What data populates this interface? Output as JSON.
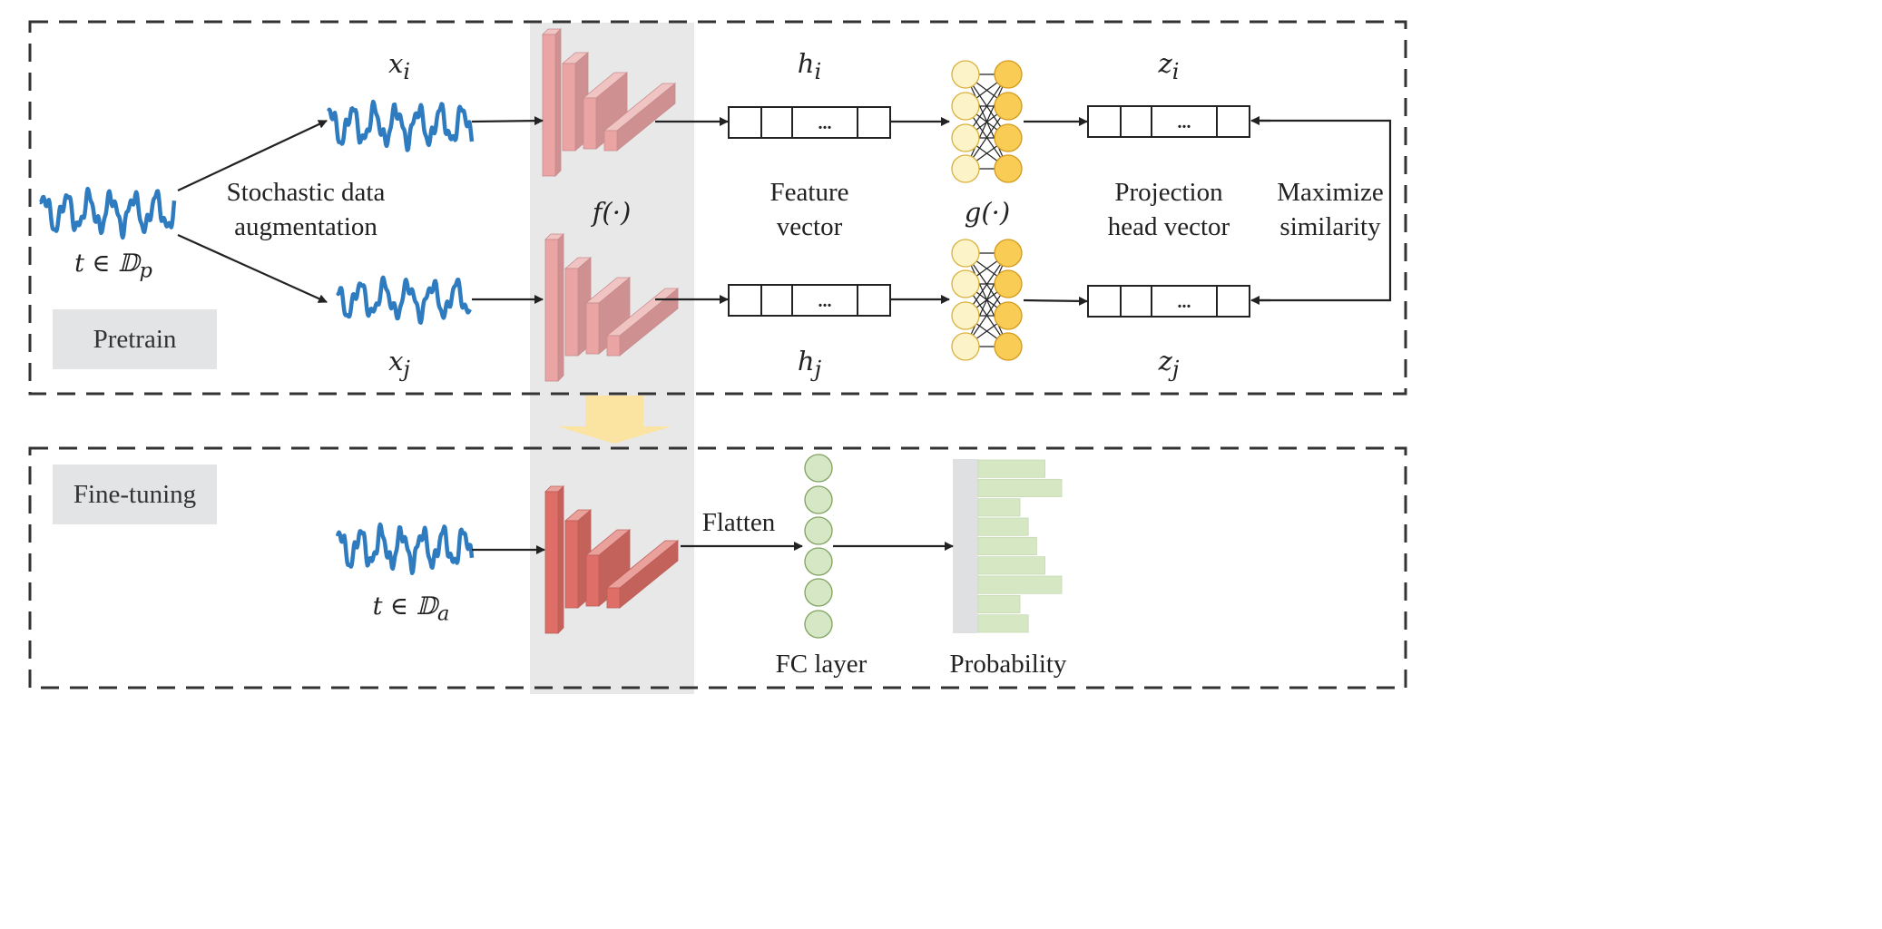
{
  "pretrain": {
    "tag": "Pretrain",
    "input_label": "t ∈ 𝔻",
    "input_sub": "p",
    "augmentation_label_1": "Stochastic data",
    "augmentation_label_2": "augmentation",
    "view_i": "x",
    "view_i_sub": "i",
    "view_j": "x",
    "view_j_sub": "j",
    "encoder": "f(·)",
    "feature_i": "h",
    "feature_i_sub": "i",
    "feature_j": "h",
    "feature_j_sub": "j",
    "feature_caption_1": "Feature",
    "feature_caption_2": "vector",
    "projector": "g(·)",
    "proj_i": "z",
    "proj_i_sub": "i",
    "proj_j": "z",
    "proj_j_sub": "j",
    "proj_caption_1": "Projection",
    "proj_caption_2": "head vector",
    "objective_1": "Maximize",
    "objective_2": "similarity",
    "ellipsis": "..."
  },
  "finetune": {
    "tag": "Fine-tuning",
    "input_label": "t ∈ 𝔻",
    "input_sub": "a",
    "flatten": "Flatten",
    "fc_layer": "FC layer",
    "output": "Probability",
    "probability_bars": [
      0.8,
      1.0,
      0.5,
      0.6,
      0.7,
      0.8,
      1.0,
      0.5,
      0.6
    ]
  },
  "colors": {
    "signal": "#2e7bbf",
    "encoder_pre": "#eaa4a4",
    "encoder_ft": "#de6e67",
    "node_light": "#fdf3c8",
    "node_dark": "#f9cc55",
    "fc_node": "#d6e7c6",
    "prob_bar": "#d6e7c3",
    "shade": "#e8e8e9",
    "transfer_arrow": "#fbe3a2"
  }
}
